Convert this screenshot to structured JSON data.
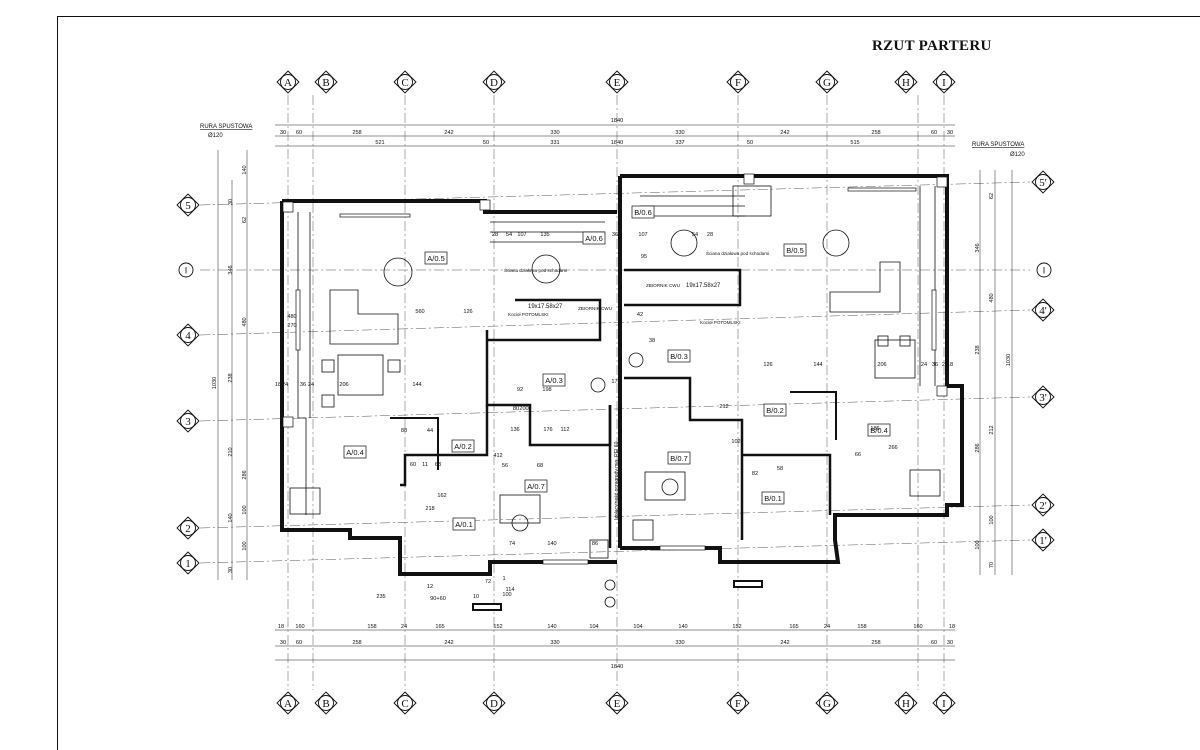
{
  "title": "RZUT PARTERU",
  "grid_axes": {
    "columns": [
      "A",
      "B",
      "C",
      "D",
      "E",
      "F",
      "G",
      "H",
      "I"
    ],
    "rows_left": [
      "5",
      "4",
      "3",
      "2",
      "1"
    ],
    "rows_right": [
      "5'",
      "4'",
      "3'",
      "2'",
      "1'"
    ],
    "section_marker": "I"
  },
  "notes": {
    "downpipe_left": "RURA SPUSTOWA",
    "downpipe_left_dia": "Ø120",
    "downpipe_right": "RURA SPUSTOWA",
    "downpipe_right_dia": "Ø120",
    "stair_wall_left": "Ściana działowa pod schodami",
    "stair_wall_right": "Ściana działowa pod schodami",
    "stairs_left": "19x17.58x27",
    "stairs_right": "19x17.58x27",
    "boiler_left": "Kocioł POTOMLSKI",
    "boiler_right": "Kocioł POTOMLSKI",
    "tank_left": "ZBIORNIK CWU",
    "tank_right": "ZBIORNIK CWU",
    "fire_wall": "Izolacyjność przegrody min. REI 60"
  },
  "rooms": [
    "A/0.5",
    "A/0.6",
    "A/0.3",
    "A/0.4",
    "A/0.2",
    "A/0.7",
    "A/0.1",
    "B/0.6",
    "B/0.5",
    "B/0.3",
    "B/0.2",
    "B/0.4",
    "B/0.7",
    "B/0.1"
  ],
  "dims": {
    "overall": "1840",
    "top_row2": [
      "30",
      "60",
      "258",
      "242",
      "330",
      "330",
      "242",
      "258",
      "60",
      "30"
    ],
    "top_row1": [
      "521",
      "50",
      "331",
      "1840",
      "337",
      "50",
      "515"
    ],
    "bottom_row1": [
      "18",
      "160",
      "158",
      "24",
      "165",
      "152",
      "140",
      "104",
      "104",
      "140",
      "152",
      "165",
      "24",
      "158",
      "160",
      "18"
    ],
    "bottom_row2": [
      "30",
      "60",
      "258",
      "242",
      "330",
      "330",
      "242",
      "258",
      "60",
      "30"
    ],
    "left_vert": [
      "140",
      "30",
      "62",
      "346",
      "480",
      "238",
      "286",
      "210",
      "100",
      "140",
      "100",
      "30"
    ],
    "left_total": "1030",
    "right_vert": [
      "62",
      "346",
      "480",
      "238",
      "212",
      "286",
      "100",
      "100",
      "70"
    ],
    "right_total": "1030",
    "interior": [
      "28",
      "54",
      "107",
      "135",
      "36",
      "107",
      "54",
      "28",
      "126",
      "480",
      "270",
      "560",
      "206",
      "144",
      "18",
      "24",
      "36",
      "24",
      "92",
      "198",
      "80",
      "200",
      "136",
      "176",
      "112",
      "412",
      "68",
      "56",
      "88",
      "44",
      "60",
      "11",
      "63",
      "162",
      "218",
      "74",
      "140",
      "86",
      "72",
      "114",
      "12",
      "90+60",
      "235",
      "100",
      "10",
      "1",
      "95",
      "42",
      "38",
      "176",
      "212",
      "126",
      "144",
      "206",
      "24",
      "36",
      "24",
      "18",
      "102",
      "82",
      "66",
      "266",
      "186",
      "58"
    ]
  }
}
